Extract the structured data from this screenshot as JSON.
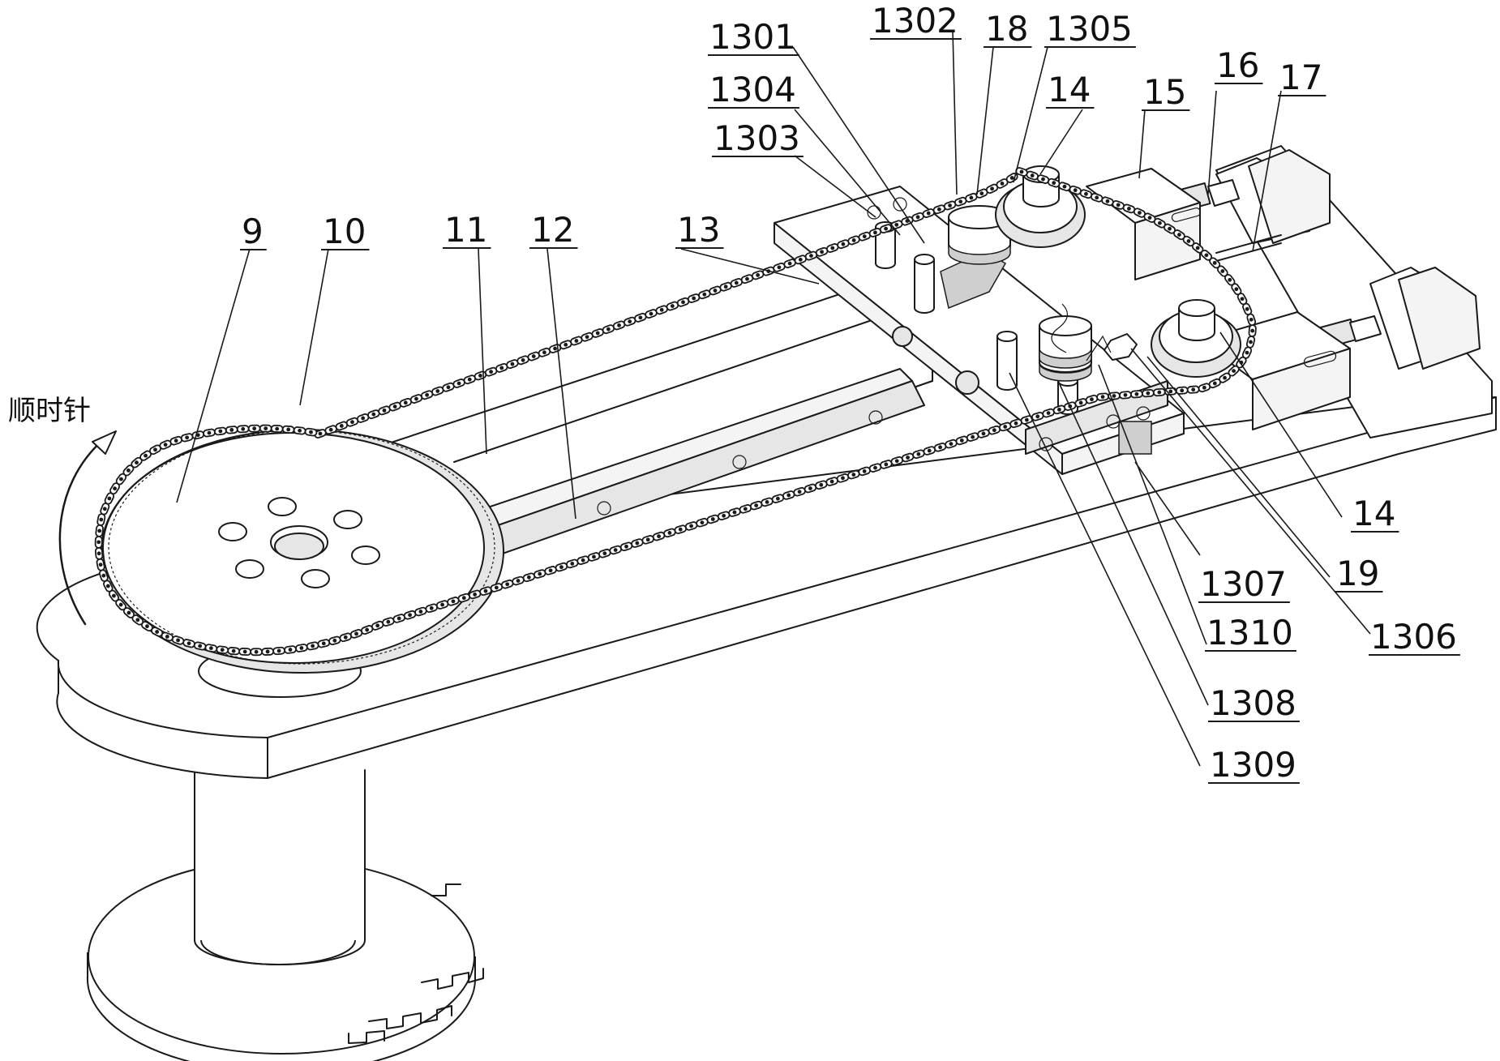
{
  "direction_label": "顺时针",
  "part_labels": [
    "9",
    "10",
    "11",
    "12",
    "13",
    "1301",
    "1302",
    "1303",
    "1304",
    "1305",
    "18",
    "14",
    "15",
    "16",
    "17",
    "14",
    "19",
    "1306",
    "1307",
    "1310",
    "1308",
    "1309"
  ]
}
